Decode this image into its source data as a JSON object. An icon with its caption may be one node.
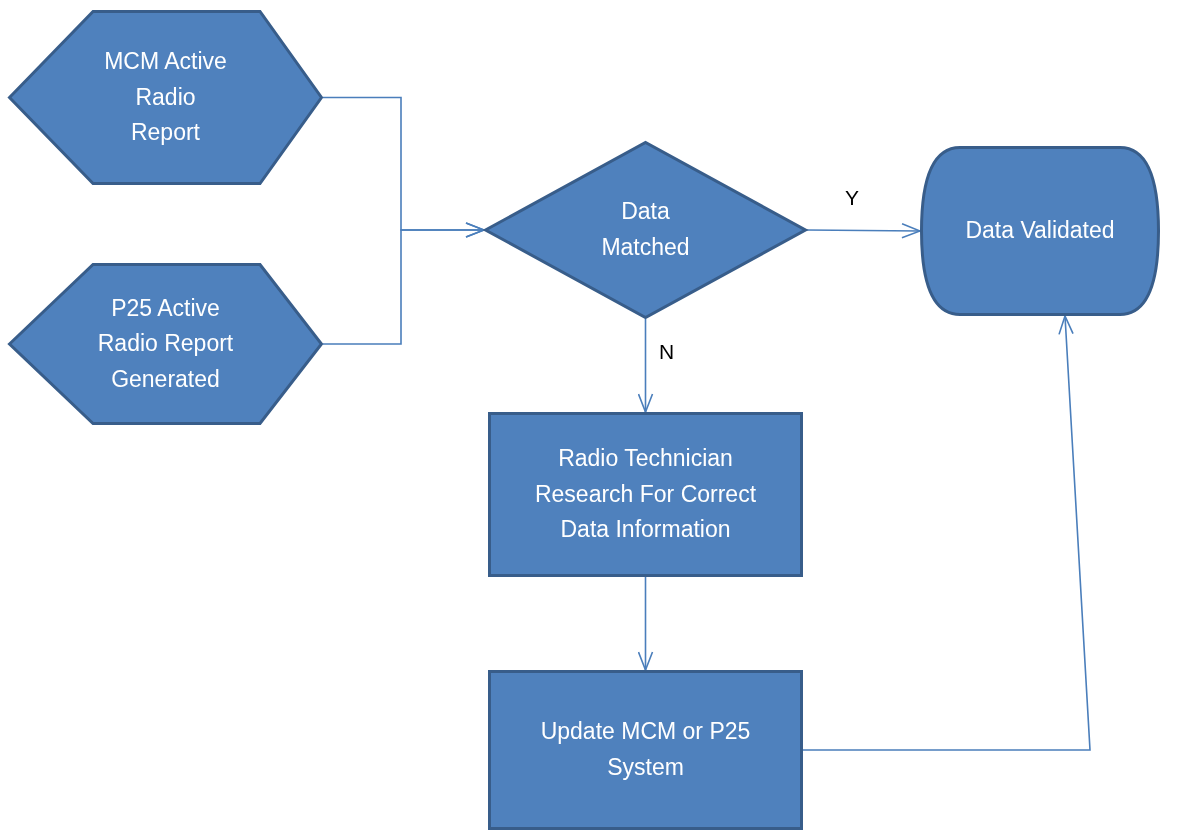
{
  "diagram": {
    "nodes": [
      {
        "text": [
          "MCM Active Radio Report"
        ]
      },
      {
        "text": [
          "P25 Active Radio Report Generated"
        ]
      },
      {
        "text": [
          "Data Matched"
        ]
      },
      {
        "text": [
          "Data Validated"
        ]
      },
      {
        "text": [
          "Radio Technician Research For Correct Data Information"
        ]
      },
      {
        "text": [
          "Update MCM or P25 System"
        ]
      }
    ],
    "edges": [
      {
        "from": 0,
        "to": 2,
        "arrow": "to"
      },
      {
        "from": 1,
        "to": 2,
        "arrow": "to"
      },
      {
        "from": 2,
        "to": 3,
        "arrow": "to",
        "label": "Y"
      },
      {
        "from": 2,
        "to": 4,
        "arrow": "to",
        "label": "N"
      },
      {
        "from": 4,
        "to": 5,
        "arrow": "to"
      },
      {
        "from": 5,
        "to": 3,
        "arrow": "to"
      }
    ]
  }
}
